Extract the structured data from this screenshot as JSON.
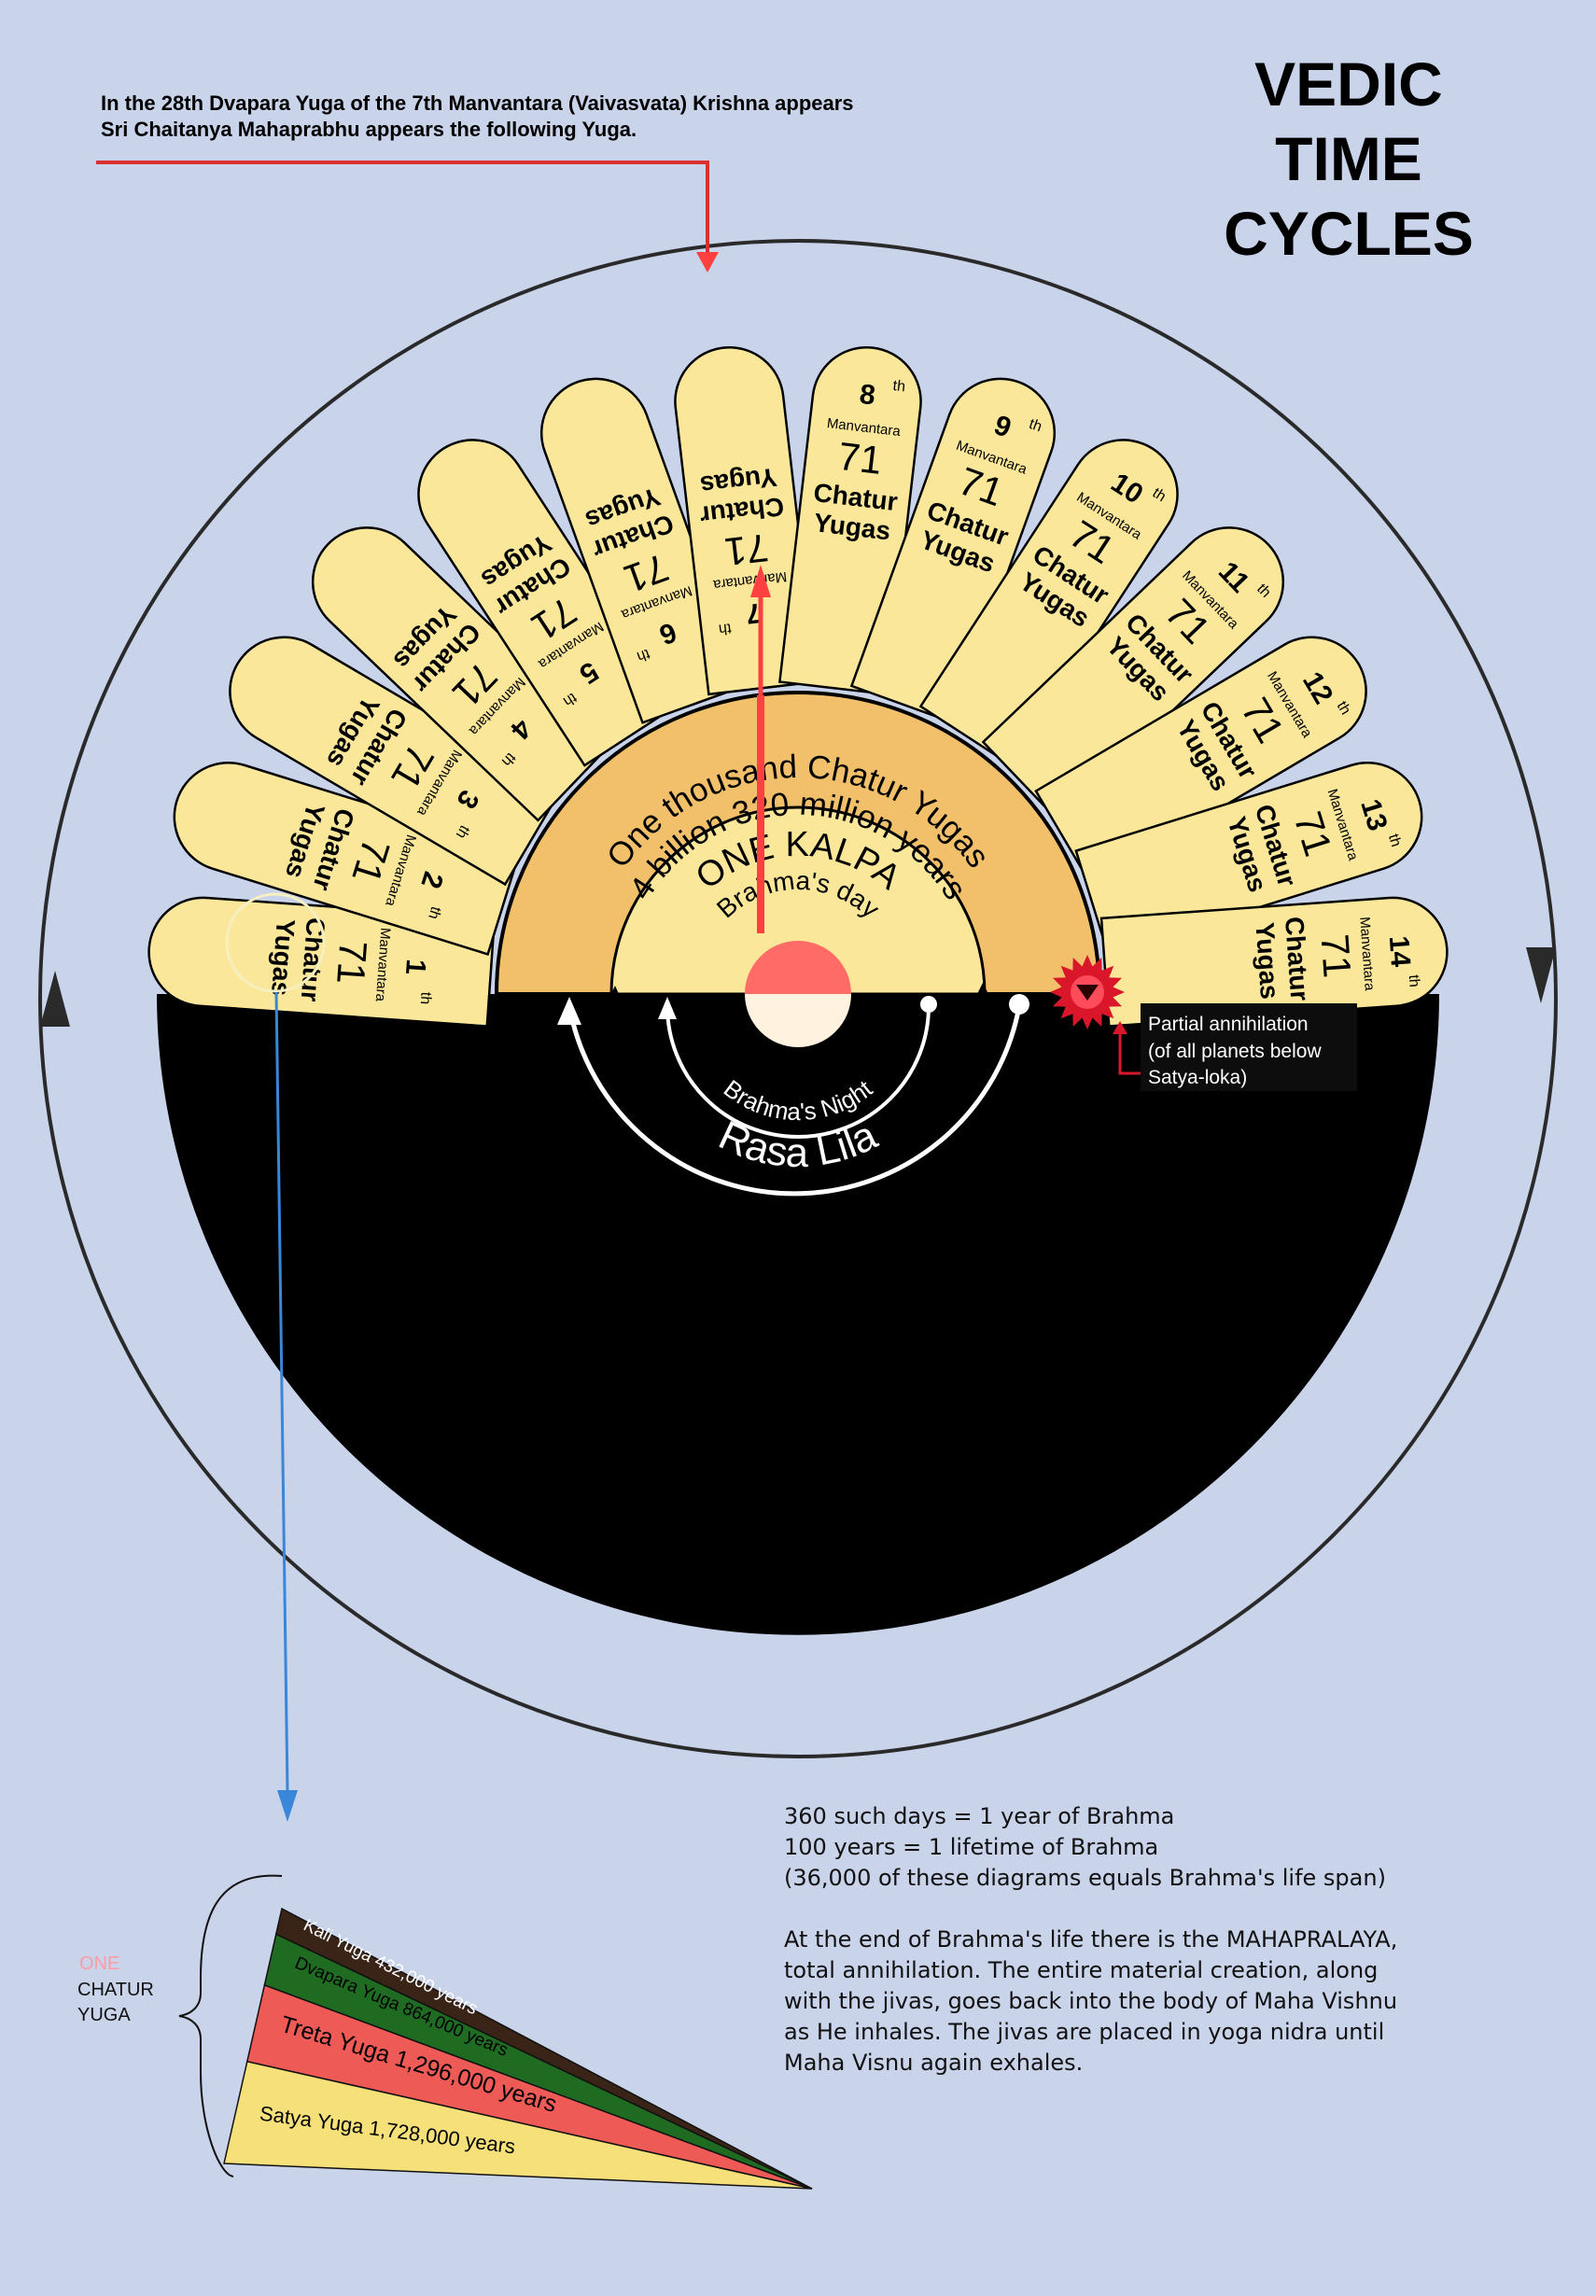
{
  "title": {
    "lines": [
      "VEDIC",
      "TIME",
      "CYCLES"
    ]
  },
  "top_note": {
    "line1": "In the 28th Dvapara Yuga of the 7th Manvantara (Vaivasvata) Krishna appears",
    "line2": "Sri Chaitanya Mahaprabhu appears the following Yuga."
  },
  "manvantaras": [
    {
      "ordinal": "1",
      "suffix": "th",
      "word": "Manvantara",
      "count": "71",
      "line1": "Chatur",
      "line2": "Yugas"
    },
    {
      "ordinal": "2",
      "suffix": "th",
      "word": "Manvantara",
      "count": "71",
      "line1": "Chatur",
      "line2": "Yugas"
    },
    {
      "ordinal": "3",
      "suffix": "th",
      "word": "Manvantara",
      "count": "71",
      "line1": "Chatur",
      "line2": "Yugas"
    },
    {
      "ordinal": "4",
      "suffix": "th",
      "word": "Manvantara",
      "count": "71",
      "line1": "Chatur",
      "line2": "Yugas"
    },
    {
      "ordinal": "5",
      "suffix": "th",
      "word": "Manvantara",
      "count": "71",
      "line1": "Chatur",
      "line2": "Yugas"
    },
    {
      "ordinal": "6",
      "suffix": "th",
      "word": "Manvantara",
      "count": "71",
      "line1": "Chatur",
      "line2": "Yugas"
    },
    {
      "ordinal": "7",
      "suffix": "th",
      "word": "Manvantara",
      "count": "71",
      "line1": "Chatur",
      "line2": "Yugas"
    },
    {
      "ordinal": "8",
      "suffix": "th",
      "word": "Manvantara",
      "count": "71",
      "line1": "Chatur",
      "line2": "Yugas"
    },
    {
      "ordinal": "9",
      "suffix": "th",
      "word": "Manvantara",
      "count": "71",
      "line1": "Chatur",
      "line2": "Yugas"
    },
    {
      "ordinal": "10",
      "suffix": "th",
      "word": "Manvantara",
      "count": "71",
      "line1": "Chatur",
      "line2": "Yugas"
    },
    {
      "ordinal": "11",
      "suffix": "th",
      "word": "Manvantara",
      "count": "71",
      "line1": "Chatur",
      "line2": "Yugas"
    },
    {
      "ordinal": "12",
      "suffix": "th",
      "word": "Manvantara",
      "count": "71",
      "line1": "Chatur",
      "line2": "Yugas"
    },
    {
      "ordinal": "13",
      "suffix": "th",
      "word": "Manvantara",
      "count": "71",
      "line1": "Chatur",
      "line2": "Yugas"
    },
    {
      "ordinal": "14",
      "suffix": "th",
      "word": "Manvantara",
      "count": "71",
      "line1": "Chatur",
      "line2": "Yugas"
    }
  ],
  "kalpa": {
    "arc_line1": "One thousand Chatur Yugas",
    "arc_line2": "4 billion 320 million years",
    "name": "ONE KALPA",
    "day": "Brahma's day",
    "night": "Brahma's Night",
    "rasa": "Rasa Lila"
  },
  "partial_annihilation": [
    "Partial annihilation",
    "(of all planets below",
    "Satya-loka)"
  ],
  "lifespan_notes": [
    "360 such days = 1 year of Brahma",
    "100 years = 1 lifetime of Brahma",
    "(36,000 of these diagrams equals Brahma's life span)"
  ],
  "mahapralaya_notes": [
    "At the end of Brahma's life there is the MAHAPRALAYA,",
    "total annihilation. The entire material creation, along",
    "with the jivas, goes back into the body of Maha Vishnu",
    "as He inhales. The jivas are placed in yoga nidra until",
    "Maha Visnu again exhales."
  ],
  "chatur_yuga_label": {
    "one": "ONE",
    "line1": "CHATUR",
    "line2": "YUGA"
  },
  "yugas": [
    {
      "label": "Kali Yuga  432,000 years",
      "years": 432000,
      "color": "#3a2418",
      "text_color": "#ffffff"
    },
    {
      "label": "Dvapara Yuga  864,000 years",
      "years": 864000,
      "color": "#1f6b22",
      "text_color": "#000000"
    },
    {
      "label": "Treta Yuga  1,296,000 years",
      "years": 1296000,
      "color": "#ee5a55",
      "text_color": "#000000"
    },
    {
      "label": "Satya Yuga  1,728,000 years",
      "years": 1728000,
      "color": "#f6e07a",
      "text_color": "#000000"
    }
  ],
  "colors": {
    "background": "#c9d3ea",
    "petal": "#fbe79a",
    "kalpa_band": "#f2c06a",
    "night": "#000000",
    "red_pointer": "#ff4040",
    "blue_pointer": "#3a86d8",
    "burst": "#d9162a",
    "sun": "#ff6b66"
  }
}
